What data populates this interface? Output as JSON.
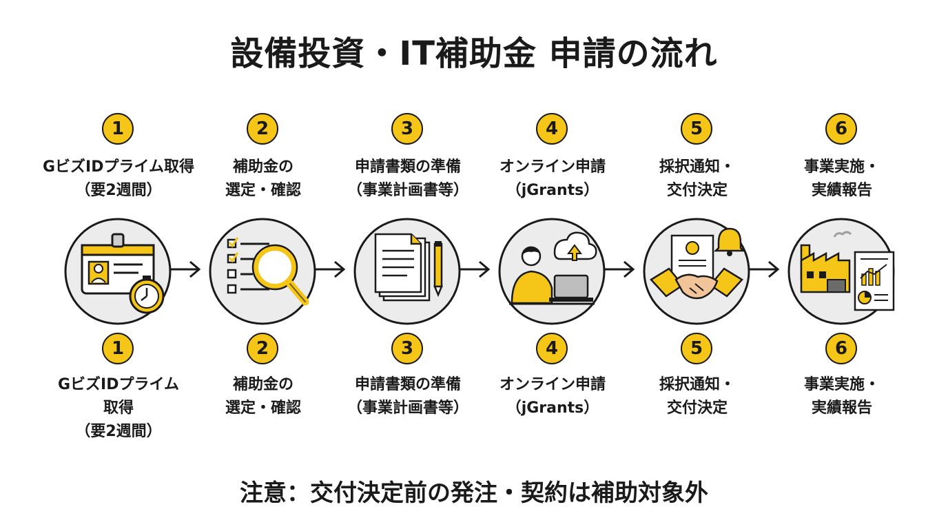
{
  "title": "設備投資・IT補助金 申請の流れ",
  "footer": "注意：交付決定前の発注・契約は補助対象外",
  "steps": [
    {
      "number": "1",
      "top_lines": [
        "GビズIDプライム取得",
        "（要2週間）"
      ],
      "bottom_lines": [
        "GビズIDプライム",
        "取得",
        "（要2週間）"
      ],
      "icon": "id-card-stopwatch-icon"
    },
    {
      "number": "2",
      "top_lines": [
        "補助金の",
        "選定・確認"
      ],
      "bottom_lines": [
        "補助金の",
        "選定・確認"
      ],
      "icon": "checklist-magnifier-icon"
    },
    {
      "number": "3",
      "top_lines": [
        "申請書類の準備",
        "（事業計画書等）"
      ],
      "bottom_lines": [
        "申請書類の準備",
        "（事業計画書等）"
      ],
      "icon": "documents-pen-icon"
    },
    {
      "number": "4",
      "top_lines": [
        "オンライン申請",
        "（jGrants）"
      ],
      "bottom_lines": [
        "オンライン申請",
        "（jGrants）"
      ],
      "icon": "person-laptop-upload-icon"
    },
    {
      "number": "5",
      "top_lines": [
        "採択通知・",
        "交付決定"
      ],
      "bottom_lines": [
        "採択通知・",
        "交付決定"
      ],
      "icon": "handshake-certificate-bell-icon"
    },
    {
      "number": "6",
      "top_lines": [
        "事業実施・",
        "実績報告"
      ],
      "bottom_lines": [
        "事業実施・",
        "実績報告"
      ],
      "icon": "factory-report-icon"
    }
  ],
  "colors": {
    "accent": "#f5c518",
    "stroke": "#1a1a1a",
    "background": "#ffffff"
  }
}
